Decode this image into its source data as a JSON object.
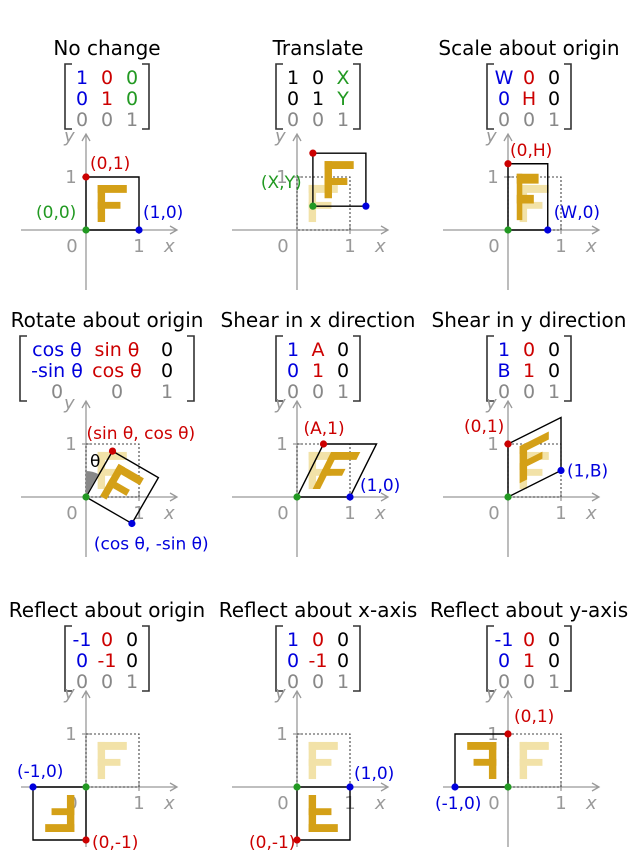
{
  "colors": {
    "blue": "#0000dd",
    "red": "#cc0000",
    "green": "#229922",
    "black": "#000000",
    "gray": "#888888",
    "axis": "#999999",
    "f_shape": "#d4a017",
    "f_faded": "#f2e2a8"
  },
  "axis_labels": {
    "x": "x",
    "y": "y",
    "zero": "0",
    "one": "1"
  },
  "panels": [
    {
      "title": "No change",
      "matrix": [
        [
          "1",
          "0",
          "0"
        ],
        [
          "0",
          "1",
          "0"
        ],
        [
          "0",
          "0",
          "1"
        ]
      ],
      "matrix_colors": [
        [
          "blue",
          "red",
          "green"
        ],
        [
          "blue",
          "red",
          "green"
        ],
        [
          "gray",
          "gray",
          "gray"
        ]
      ],
      "labels": [
        {
          "text": "(0,1)",
          "color": "red"
        },
        {
          "text": "(0,0)",
          "color": "green"
        },
        {
          "text": "(1,0)",
          "color": "blue"
        }
      ]
    },
    {
      "title": "Translate",
      "matrix": [
        [
          "1",
          "0",
          "X"
        ],
        [
          "0",
          "1",
          "Y"
        ],
        [
          "0",
          "0",
          "1"
        ]
      ],
      "matrix_colors": [
        [
          "black",
          "black",
          "green"
        ],
        [
          "black",
          "black",
          "green"
        ],
        [
          "gray",
          "gray",
          "gray"
        ]
      ],
      "labels": [
        {
          "text": "(X,Y)",
          "color": "green"
        }
      ]
    },
    {
      "title": "Scale about origin",
      "matrix": [
        [
          "W",
          "0",
          "0"
        ],
        [
          "0",
          "H",
          "0"
        ],
        [
          "0",
          "0",
          "1"
        ]
      ],
      "matrix_colors": [
        [
          "blue",
          "red",
          "black"
        ],
        [
          "blue",
          "red",
          "black"
        ],
        [
          "gray",
          "gray",
          "gray"
        ]
      ],
      "labels": [
        {
          "text": "(0,H)",
          "color": "red"
        },
        {
          "text": "(W,0)",
          "color": "blue"
        }
      ]
    },
    {
      "title": "Rotate about origin",
      "matrix": [
        [
          "cos θ",
          "sin θ",
          "0"
        ],
        [
          "-sin θ",
          "cos θ",
          "0"
        ],
        [
          "0",
          "0",
          "1"
        ]
      ],
      "matrix_colors": [
        [
          "blue",
          "red",
          "black"
        ],
        [
          "blue",
          "red",
          "black"
        ],
        [
          "gray",
          "gray",
          "gray"
        ]
      ],
      "labels": [
        {
          "text": "(sin θ, cos θ)",
          "color": "red"
        },
        {
          "text": "(cos θ, -sin θ)",
          "color": "blue"
        },
        {
          "text": "θ",
          "color": "black"
        }
      ]
    },
    {
      "title": "Shear in x direction",
      "matrix": [
        [
          "1",
          "A",
          "0"
        ],
        [
          "0",
          "1",
          "0"
        ],
        [
          "0",
          "0",
          "1"
        ]
      ],
      "matrix_colors": [
        [
          "blue",
          "red",
          "black"
        ],
        [
          "blue",
          "red",
          "black"
        ],
        [
          "gray",
          "gray",
          "gray"
        ]
      ],
      "labels": [
        {
          "text": "(A,1)",
          "color": "red"
        },
        {
          "text": "(1,0)",
          "color": "blue"
        }
      ]
    },
    {
      "title": "Shear in y direction",
      "matrix": [
        [
          "1",
          "0",
          "0"
        ],
        [
          "B",
          "1",
          "0"
        ],
        [
          "0",
          "0",
          "1"
        ]
      ],
      "matrix_colors": [
        [
          "blue",
          "red",
          "black"
        ],
        [
          "blue",
          "red",
          "black"
        ],
        [
          "gray",
          "gray",
          "gray"
        ]
      ],
      "labels": [
        {
          "text": "(0,1)",
          "color": "red"
        },
        {
          "text": "(1,B)",
          "color": "blue"
        }
      ]
    },
    {
      "title": "Reflect about origin",
      "matrix": [
        [
          "-1",
          "0",
          "0"
        ],
        [
          "0",
          "-1",
          "0"
        ],
        [
          "0",
          "0",
          "1"
        ]
      ],
      "matrix_colors": [
        [
          "blue",
          "red",
          "black"
        ],
        [
          "blue",
          "red",
          "black"
        ],
        [
          "gray",
          "gray",
          "gray"
        ]
      ],
      "labels": [
        {
          "text": "(-1,0)",
          "color": "blue"
        },
        {
          "text": "(0,-1)",
          "color": "red"
        }
      ]
    },
    {
      "title": "Reflect about x-axis",
      "matrix": [
        [
          "1",
          "0",
          "0"
        ],
        [
          "0",
          "-1",
          "0"
        ],
        [
          "0",
          "0",
          "1"
        ]
      ],
      "matrix_colors": [
        [
          "blue",
          "red",
          "black"
        ],
        [
          "blue",
          "red",
          "black"
        ],
        [
          "gray",
          "gray",
          "gray"
        ]
      ],
      "labels": [
        {
          "text": "(1,0)",
          "color": "blue"
        },
        {
          "text": "(0,-1)",
          "color": "red"
        }
      ]
    },
    {
      "title": "Reflect about y-axis",
      "matrix": [
        [
          "-1",
          "0",
          "0"
        ],
        [
          "0",
          "1",
          "0"
        ],
        [
          "0",
          "0",
          "1"
        ]
      ],
      "matrix_colors": [
        [
          "blue",
          "red",
          "black"
        ],
        [
          "blue",
          "red",
          "black"
        ],
        [
          "gray",
          "gray",
          "gray"
        ]
      ],
      "labels": [
        {
          "text": "(0,1)",
          "color": "red"
        },
        {
          "text": "(-1,0)",
          "color": "blue"
        }
      ]
    }
  ]
}
